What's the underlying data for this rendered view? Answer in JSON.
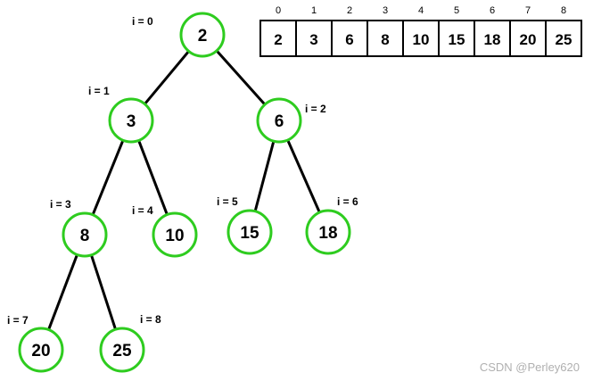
{
  "colors": {
    "node_stroke": "#2ecc1f",
    "edge": "#000000",
    "text": "#000000",
    "watermark": "#b0b0b0"
  },
  "tree": {
    "nodes": [
      {
        "value": "2",
        "label": "i = 0"
      },
      {
        "value": "3",
        "label": "i = 1"
      },
      {
        "value": "6",
        "label": "i = 2"
      },
      {
        "value": "8",
        "label": "i = 3"
      },
      {
        "value": "10",
        "label": "i = 4"
      },
      {
        "value": "15",
        "label": "i = 5"
      },
      {
        "value": "18",
        "label": "i = 6"
      },
      {
        "value": "20",
        "label": "i = 7"
      },
      {
        "value": "25",
        "label": "i = 8"
      }
    ]
  },
  "array": {
    "indices": [
      "0",
      "1",
      "2",
      "3",
      "4",
      "5",
      "6",
      "7",
      "8"
    ],
    "values": [
      "2",
      "3",
      "6",
      "8",
      "10",
      "15",
      "18",
      "20",
      "25"
    ]
  },
  "watermark": "CSDN @Perley620"
}
